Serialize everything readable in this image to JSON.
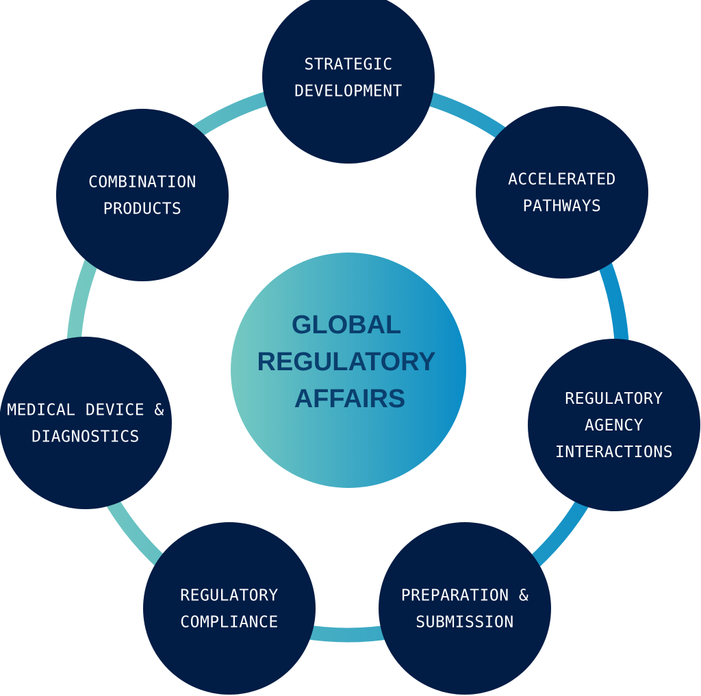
{
  "hub": {
    "lines": [
      "GLOBAL",
      "REGULATORY",
      "AFFAIRS"
    ]
  },
  "nodes": [
    {
      "id": "strategic-development",
      "lines": [
        "STRATEGIC",
        "DEVELOPMENT"
      ]
    },
    {
      "id": "accelerated-pathways",
      "lines": [
        "ACCELERATED",
        "PATHWAYS"
      ]
    },
    {
      "id": "regulatory-agency-interactions",
      "lines": [
        "REGULATORY",
        "AGENCY",
        "INTERACTIONS"
      ]
    },
    {
      "id": "preparation-submission",
      "lines": [
        "PREPARATION &",
        "SUBMISSION"
      ]
    },
    {
      "id": "regulatory-compliance",
      "lines": [
        "REGULATORY",
        "COMPLIANCE"
      ]
    },
    {
      "id": "medical-device-diagnostics",
      "lines": [
        "MEDICAL DEVICE &",
        "DIAGNOSTICS"
      ]
    },
    {
      "id": "combination-products",
      "lines": [
        "COMBINATION",
        "PRODUCTS"
      ]
    }
  ],
  "colors": {
    "node_fill": "#011c45",
    "node_text": "#ffffff",
    "hub_text": "#0a3f6e",
    "gradient_start": "#76c9c1",
    "gradient_end": "#0a8cc6"
  }
}
